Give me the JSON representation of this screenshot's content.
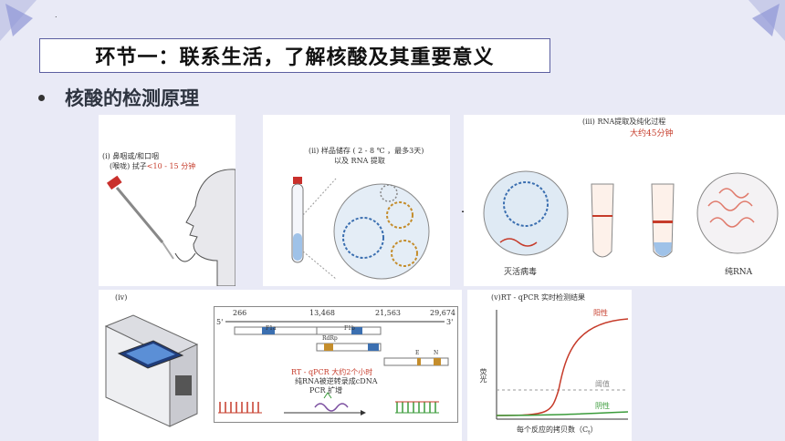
{
  "title": "环节一：联系生活，了解核酸及其重要意义",
  "bullet": "核酸的检测原理",
  "dot_label": ".",
  "panel1": {
    "step": "(i) 鼻咽或/和口咽",
    "line2": "(喉咙) 拭子",
    "time": "<10 - 15 分钟"
  },
  "panel2": {
    "step": "(ii) 样品储存 ( 2 - 8  ℃ ，最多3天)",
    "line2": "以及 RNA 提取"
  },
  "panel3": {
    "step": "(iii) RNA提取及纯化过程",
    "time": "大约45分钟",
    "label_virus": "灭活病毒",
    "label_rna": "纯RNA"
  },
  "panel4": {
    "step": "(iv)",
    "coords": [
      "266",
      "13,468",
      "21,563",
      "29,674"
    ],
    "end5": "5'",
    "end3": "3'",
    "genes": [
      "F1a",
      "F1b",
      "RdRp",
      "E",
      "N"
    ],
    "time_line1": "RT - qPCR  大约2个小时",
    "time_line2": "纯RNA被逆转录成cDNA",
    "time_line3": "PCR 扩增"
  },
  "panel5": {
    "step": "(v)RT - qPCR 实时检测结果",
    "positive": "阳性",
    "threshold": "阈值",
    "negative": "阴性",
    "ylabel": "荧光",
    "xlabel": "每个反应的拷贝数（C",
    "xlabel_sub": "t",
    "xlabel_end": "）"
  },
  "colors": {
    "accent": "#5b5fa0",
    "red": "#c63b2a",
    "blue": "#3b6fb0",
    "green": "#3a9b3a"
  }
}
